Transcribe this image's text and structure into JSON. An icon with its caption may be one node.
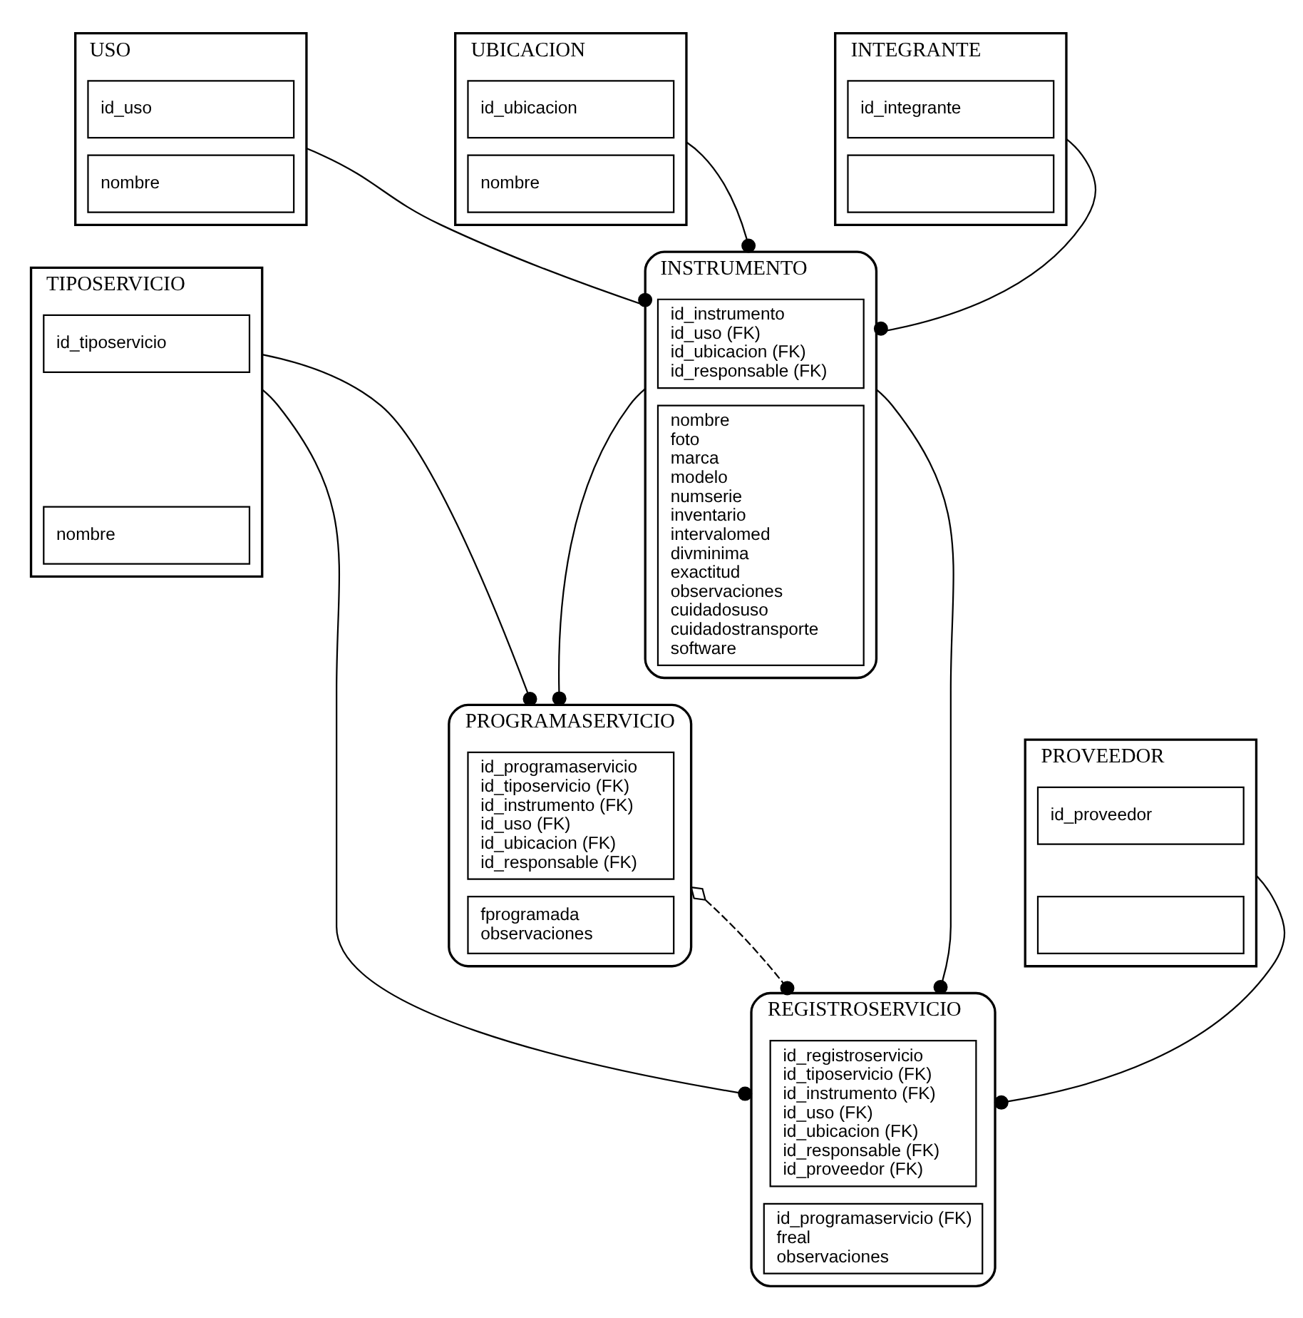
{
  "diagram": {
    "nodes": [
      {
        "text": [
          "REGISTROSERVICIO"
        ]
      },
      {
        "text": [
          "id_registroservicio",
          "id_tiposervicio (FK)",
          "id_instrumento (FK)",
          "id_uso (FK)",
          "id_ubicacion (FK)",
          "id_responsable (FK)",
          "id_proveedor (FK)"
        ],
        "in": 0
      },
      {
        "text": [
          "id_programaservicio (FK)",
          "freal",
          "observaciones"
        ],
        "in": 0
      },
      {
        "text": [
          "PROGRAMASERVICIO"
        ]
      },
      {
        "text": [
          "id_programaservicio",
          "id_tiposervicio (FK)",
          "id_instrumento (FK)",
          "id_uso (FK)",
          "id_ubicacion (FK)",
          "id_responsable (FK)"
        ],
        "in": 3
      },
      {
        "text": [
          "fprogramada",
          "observaciones"
        ],
        "in": 3
      },
      {
        "text": [
          "TIPOSERVICIO"
        ]
      },
      {
        "text": [
          "id_tiposervicio"
        ],
        "in": 6
      },
      {
        "text": [
          "nombre"
        ],
        "in": 6
      },
      {
        "text": [
          "PROVEEDOR"
        ]
      },
      {
        "text": [
          "id_proveedor"
        ],
        "in": 9
      },
      {
        "text": [],
        "shape": "box",
        "in": 9
      },
      {
        "text": [
          "INSTRUMENTO"
        ]
      },
      {
        "text": [
          "id_instrumento",
          "id_uso (FK)",
          "id_ubicacion (FK)",
          "id_responsable (FK)"
        ],
        "in": 12
      },
      {
        "text": [
          "nombre",
          "foto",
          "marca",
          "modelo",
          "numserie",
          "inventario",
          "intervalomed",
          "divminima",
          "exactitud",
          "observaciones",
          "cuidadosuso",
          "cuidadostransporte",
          "software"
        ],
        "in": 12
      },
      {
        "text": [
          "USO"
        ]
      },
      {
        "text": [
          "id_uso"
        ],
        "in": 15
      },
      {
        "text": [
          "nombre"
        ],
        "in": 15
      },
      {
        "text": [
          "UBICACION"
        ]
      },
      {
        "text": [
          "id_ubicacion"
        ],
        "in": 18
      },
      {
        "text": [
          "nombre"
        ],
        "in": 18
      },
      {
        "text": [
          "INTEGRANTE"
        ]
      },
      {
        "text": [
          "id_integrante"
        ],
        "in": 21
      },
      {
        "text": [],
        "shape": "box",
        "in": 21
      }
    ],
    "edges": [
      {
        "from": 3,
        "to": 0,
        "arrow": "other",
        "style": "dashed"
      },
      {
        "from": 6,
        "to": 0,
        "arrow": "other"
      },
      {
        "from": 6,
        "to": 3,
        "arrow": "other"
      },
      {
        "from": 9,
        "to": 0,
        "arrow": "other"
      },
      {
        "from": 12,
        "to": 0,
        "arrow": "other"
      },
      {
        "from": 12,
        "to": 3,
        "arrow": "other"
      },
      {
        "from": 15,
        "to": 12,
        "arrow": "other"
      },
      {
        "from": 18,
        "to": 12,
        "arrow": "other"
      },
      {
        "from": 21,
        "to": 12,
        "arrow": "other"
      }
    ]
  }
}
